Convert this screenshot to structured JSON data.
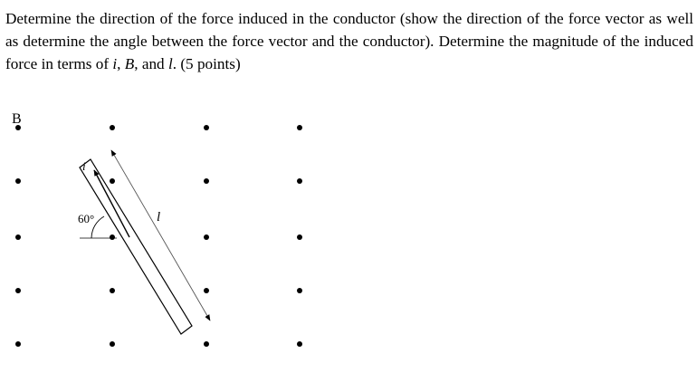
{
  "question": {
    "part1": "Determine the direction of the force induced in the conductor (show the direction of the force vector as well as determine the angle between the force vector and the conductor). Determine the magnitude of the induced force in terms of ",
    "var_i": "i",
    "sep1": ", ",
    "var_B": "B",
    "sep2": ", and ",
    "var_l": "l",
    "part2": ". (5 points)"
  },
  "figure": {
    "field_label": "B",
    "angle_label": "60°",
    "length_label": "l",
    "current_label": "i",
    "dots": [
      {
        "col": 0,
        "row": 0
      },
      {
        "col": 1,
        "row": 0
      },
      {
        "col": 2,
        "row": 0
      },
      {
        "col": 3,
        "row": 0
      },
      {
        "col": 0,
        "row": 1
      },
      {
        "col": 1,
        "row": 1
      },
      {
        "col": 2,
        "row": 1
      },
      {
        "col": 3,
        "row": 1
      },
      {
        "col": 0,
        "row": 2
      },
      {
        "col": 1,
        "row": 2
      },
      {
        "col": 2,
        "row": 2
      },
      {
        "col": 3,
        "row": 2
      },
      {
        "col": 0,
        "row": 3
      },
      {
        "col": 1,
        "row": 3
      },
      {
        "col": 2,
        "row": 3
      },
      {
        "col": 3,
        "row": 3
      },
      {
        "col": 0,
        "row": 4
      },
      {
        "col": 1,
        "row": 4
      },
      {
        "col": 2,
        "row": 4
      },
      {
        "col": 3,
        "row": 4
      }
    ]
  }
}
